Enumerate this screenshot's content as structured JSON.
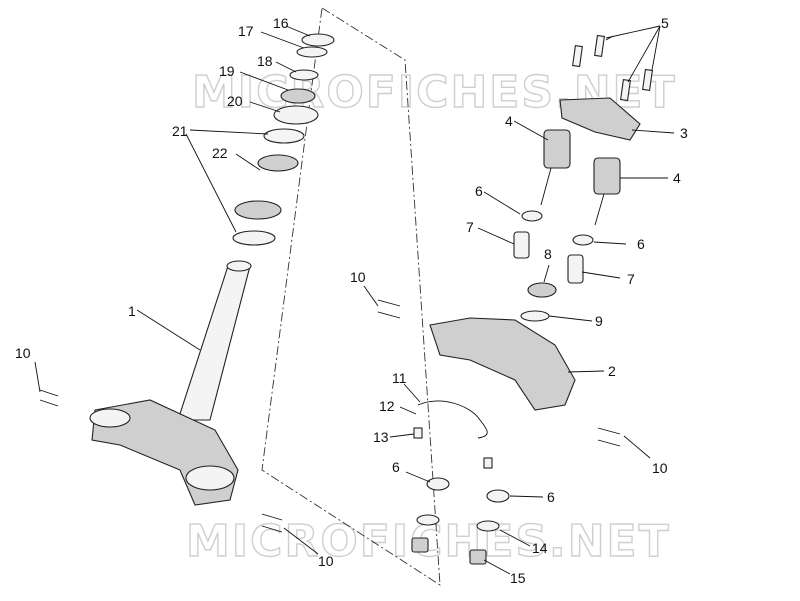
{
  "watermark": "MICROFICHES.NET",
  "callouts": {
    "c1": "1",
    "c2": "2",
    "c3": "3",
    "c4a": "4",
    "c4b": "4",
    "c5": "5",
    "c6a": "6",
    "c6b": "6",
    "c6c": "6",
    "c6d": "6",
    "c7a": "7",
    "c7b": "7",
    "c8": "8",
    "c9": "9",
    "c10a": "10",
    "c10b": "10",
    "c10c": "10",
    "c10d": "10",
    "c11": "11",
    "c12": "12",
    "c13": "13",
    "c14": "14",
    "c15": "15",
    "c16": "16",
    "c17": "17",
    "c18": "18",
    "c19": "19",
    "c20": "20",
    "c21": "21",
    "c22": "22"
  }
}
